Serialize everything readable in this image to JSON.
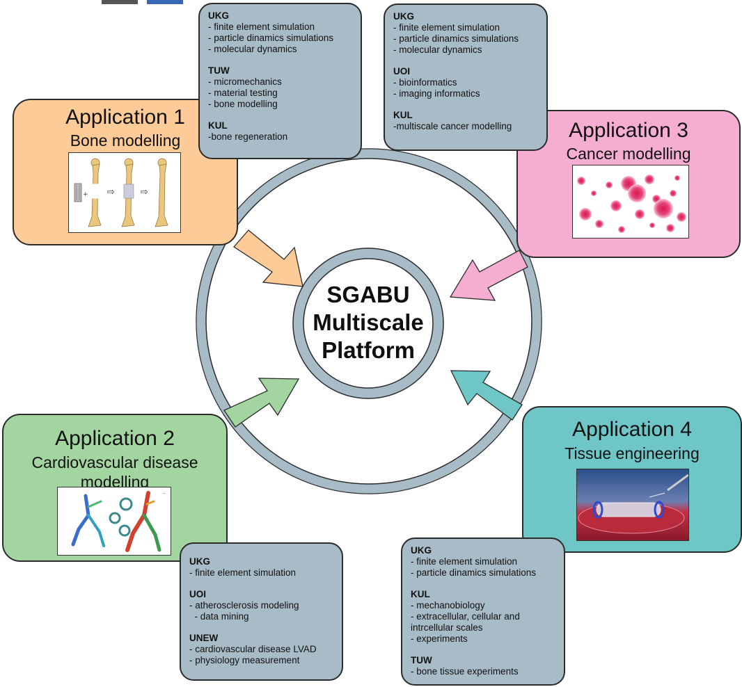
{
  "center": {
    "lines": [
      "SGABU",
      "Multiscale",
      "Platform"
    ]
  },
  "applications": [
    {
      "title": "Application 1",
      "subtitle": "Bone modelling",
      "color": "#fccb98"
    },
    {
      "title": "Application 2",
      "subtitle_lines": [
        "Cardiovascular disease",
        "modelling"
      ],
      "color": "#a2d5a0"
    },
    {
      "title": "Application 3",
      "subtitle": "Cancer modelling",
      "color": "#f5aed1"
    },
    {
      "title": "Application 4",
      "subtitle": "Tissue engineering",
      "color": "#6ec6c6"
    }
  ],
  "partner_boxes": {
    "top_left": [
      {
        "partner": "UKG",
        "items": [
          "- finite element simulation",
          "- particle dinamics simulations",
          "- molecular dynamics"
        ]
      },
      {
        "partner": "TUW",
        "items": [
          "- micromechanics",
          "- material testing",
          "- bone modelling"
        ]
      },
      {
        "partner": "KUL",
        "items": [
          "-bone regeneration"
        ]
      }
    ],
    "top_right": [
      {
        "partner": "UKG",
        "items": [
          "- finite element simulation",
          "- particle dinamics simulations",
          "- molecular dynamics"
        ]
      },
      {
        "partner": "UOI",
        "items": [
          "- bioinformatics",
          "- imaging informatics"
        ]
      },
      {
        "partner": "KUL",
        "items": [
          "-multiscale cancer modelling"
        ]
      }
    ],
    "bottom_left": [
      {
        "partner": "UKG",
        "items": [
          "- finite element simulation"
        ]
      },
      {
        "partner": "UOI",
        "items": [
          "- atherosclerosis modeling",
          "  - data mining"
        ]
      },
      {
        "partner": "UNEW",
        "items": [
          "- cardiovascular disease LVAD",
          "- physiology measurement"
        ]
      }
    ],
    "bottom_right": [
      {
        "partner": "UKG",
        "items": [
          "- finite element simulation",
          "- particle dinamics simulations"
        ]
      },
      {
        "partner": "KUL",
        "items": [
          "- mechanobiology",
          "- extracellular, cellular and",
          "intrcellular scales",
          "- experiments"
        ]
      },
      {
        "partner": "TUW",
        "items": [
          "- bone tissue experiments"
        ]
      }
    ]
  },
  "colors": {
    "ring": "#a7bcc7",
    "outline": "#2b2b2b",
    "arrow_bone": "#fccb98",
    "arrow_cardio": "#a2d5a0",
    "arrow_cancer": "#f5aed1",
    "arrow_tissue": "#6ec6c6"
  }
}
